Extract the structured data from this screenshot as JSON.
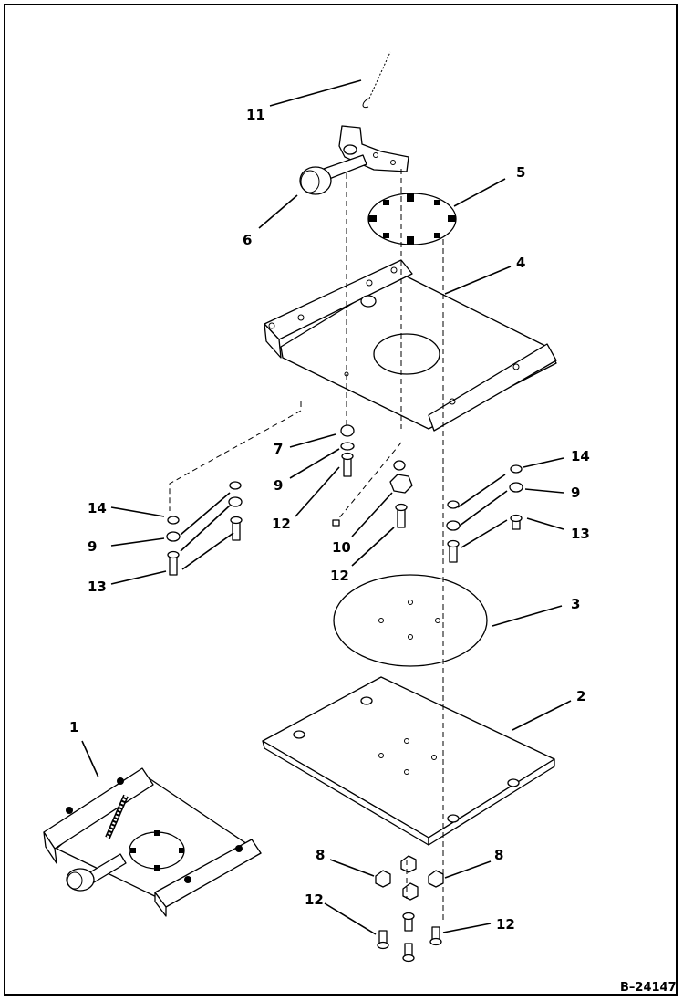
{
  "figure_id": "B–24147",
  "callouts": [
    {
      "label": "1"
    },
    {
      "label": "2"
    },
    {
      "label": "3"
    },
    {
      "label": "4"
    },
    {
      "label": "5"
    },
    {
      "label": "6"
    },
    {
      "label": "7"
    },
    {
      "label": "8"
    },
    {
      "label": "8"
    },
    {
      "label": "9"
    },
    {
      "label": "9"
    },
    {
      "label": "9"
    },
    {
      "label": "10"
    },
    {
      "label": "11"
    },
    {
      "label": "12"
    },
    {
      "label": "12"
    },
    {
      "label": "12"
    },
    {
      "label": "12"
    },
    {
      "label": "13"
    },
    {
      "label": "13"
    },
    {
      "label": "14"
    },
    {
      "label": "14"
    }
  ]
}
